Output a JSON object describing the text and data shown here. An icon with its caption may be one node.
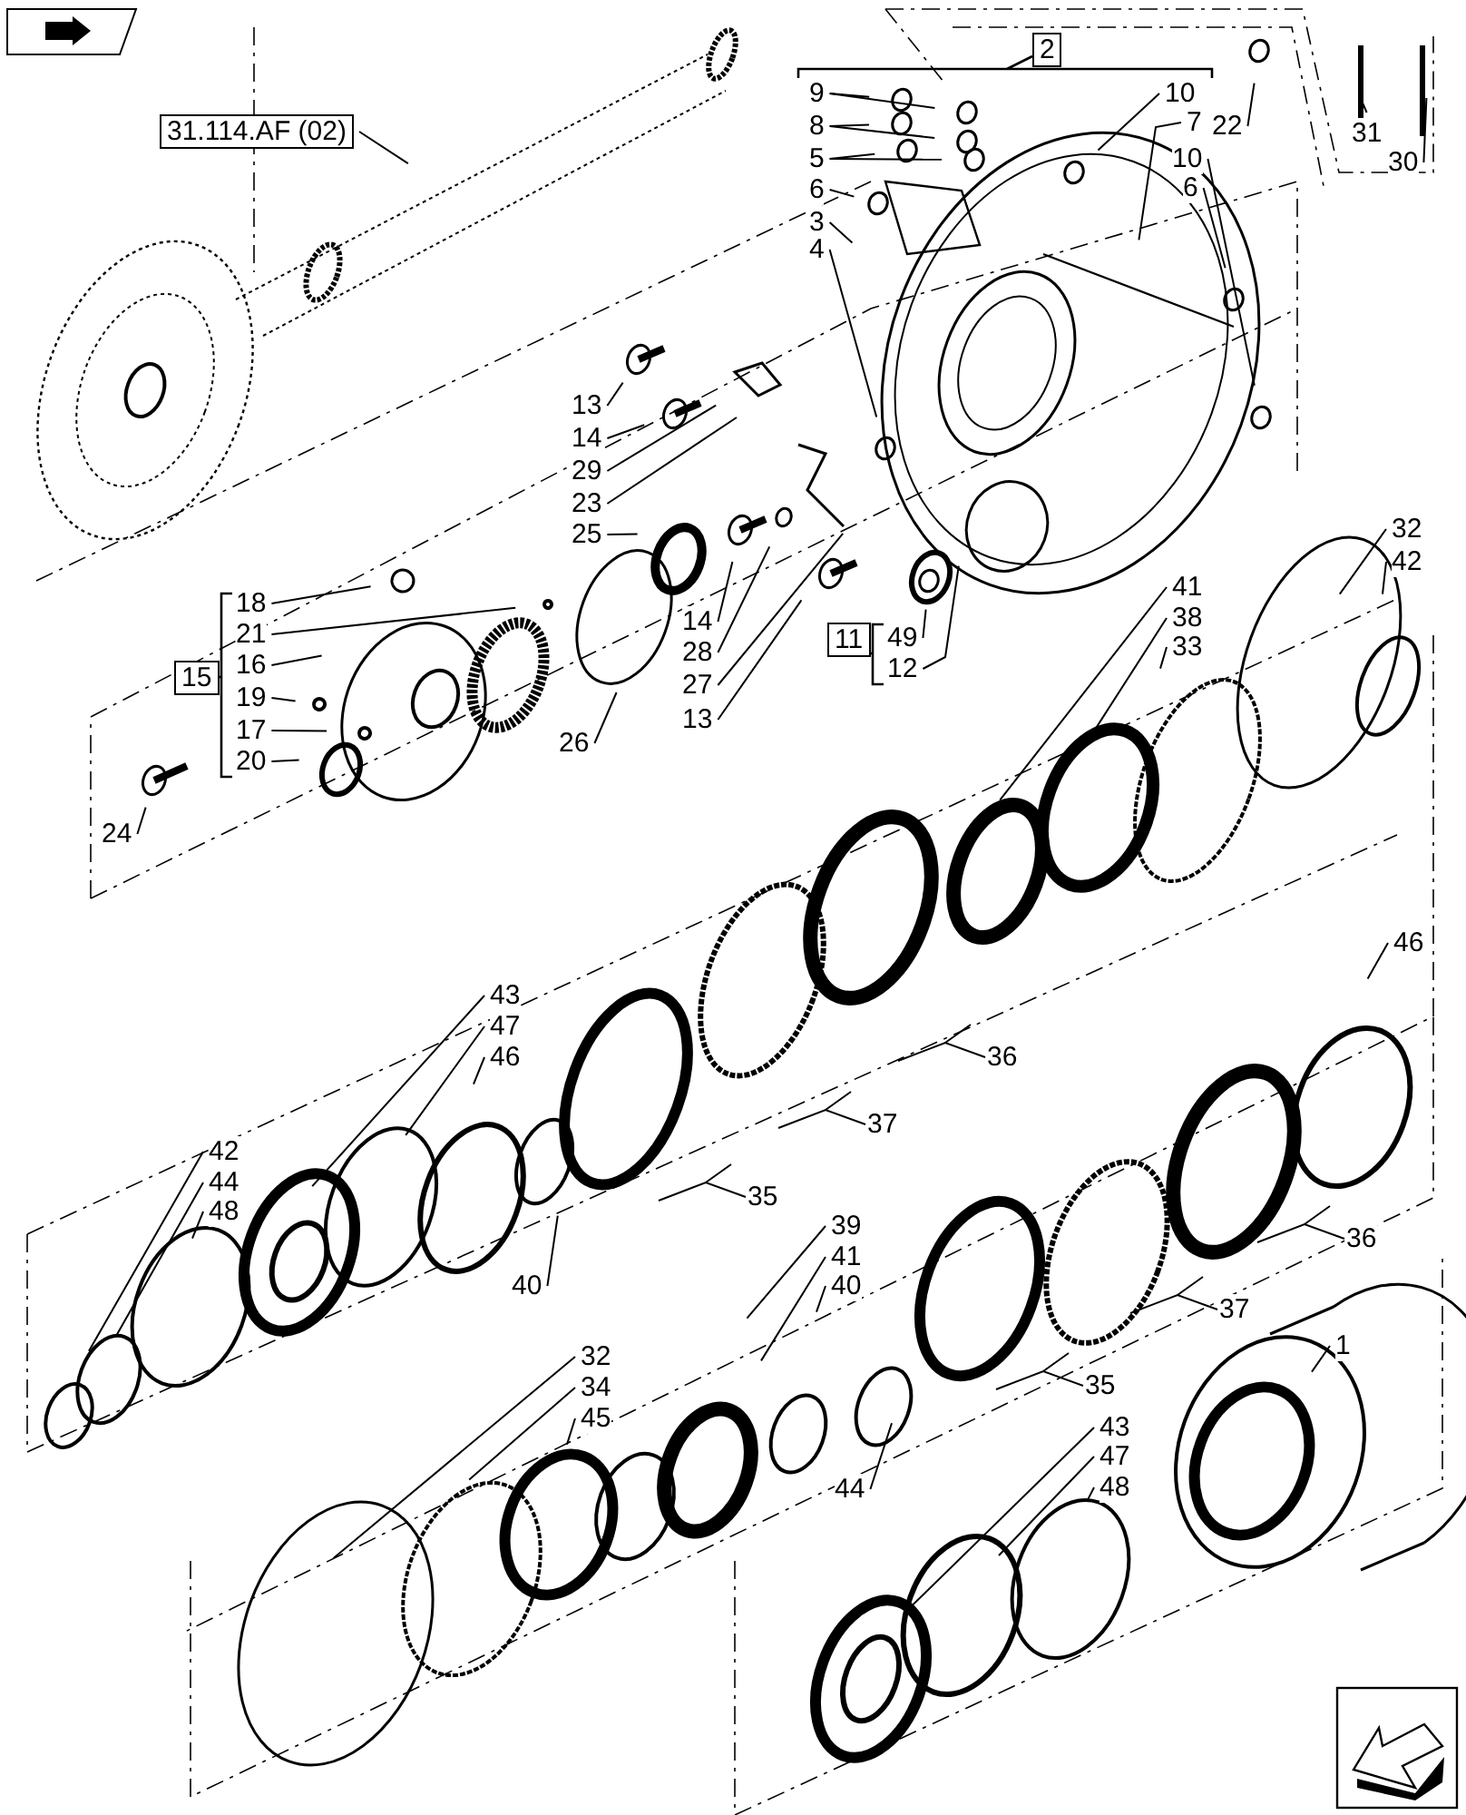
{
  "diagram": {
    "nodes": [
      {
        "text": [
          "31.114.AF (02)"
        ]
      },
      {
        "text": [
          "2"
        ]
      },
      {
        "text": [
          "9"
        ]
      },
      {
        "text": [
          "8"
        ]
      },
      {
        "text": [
          "5"
        ]
      },
      {
        "text": [
          "6"
        ]
      },
      {
        "text": [
          "3"
        ]
      },
      {
        "text": [
          "4"
        ]
      },
      {
        "text": [
          "10"
        ]
      },
      {
        "text": [
          "7"
        ]
      },
      {
        "text": [
          "22"
        ]
      },
      {
        "text": [
          "31"
        ]
      },
      {
        "text": [
          "30"
        ]
      },
      {
        "text": [
          "10"
        ]
      },
      {
        "text": [
          "6"
        ]
      },
      {
        "text": [
          "13"
        ]
      },
      {
        "text": [
          "14"
        ]
      },
      {
        "text": [
          "29"
        ]
      },
      {
        "text": [
          "23"
        ]
      },
      {
        "text": [
          "25"
        ]
      },
      {
        "text": [
          "14"
        ]
      },
      {
        "text": [
          "28"
        ]
      },
      {
        "text": [
          "27"
        ]
      },
      {
        "text": [
          "13"
        ]
      },
      {
        "text": [
          "26"
        ]
      },
      {
        "text": [
          "11"
        ]
      },
      {
        "text": [
          "49"
        ]
      },
      {
        "text": [
          "12"
        ]
      },
      {
        "text": [
          "15"
        ]
      },
      {
        "text": [
          "18"
        ]
      },
      {
        "text": [
          "21"
        ]
      },
      {
        "text": [
          "16"
        ]
      },
      {
        "text": [
          "19"
        ]
      },
      {
        "text": [
          "17"
        ]
      },
      {
        "text": [
          "20"
        ]
      },
      {
        "text": [
          "24"
        ]
      },
      {
        "text": [
          "32"
        ]
      },
      {
        "text": [
          "42"
        ]
      },
      {
        "text": [
          "41"
        ]
      },
      {
        "text": [
          "38"
        ]
      },
      {
        "text": [
          "33"
        ]
      },
      {
        "text": [
          "36"
        ]
      },
      {
        "text": [
          "37"
        ]
      },
      {
        "text": [
          "35"
        ]
      },
      {
        "text": [
          "46"
        ]
      },
      {
        "text": [
          "36"
        ]
      },
      {
        "text": [
          "37"
        ]
      },
      {
        "text": [
          "35"
        ]
      },
      {
        "text": [
          "43"
        ]
      },
      {
        "text": [
          "47"
        ]
      },
      {
        "text": [
          "46"
        ]
      },
      {
        "text": [
          "42"
        ]
      },
      {
        "text": [
          "44"
        ]
      },
      {
        "text": [
          "48"
        ]
      },
      {
        "text": [
          "40"
        ]
      },
      {
        "text": [
          "39"
        ]
      },
      {
        "text": [
          "41"
        ]
      },
      {
        "text": [
          "40"
        ]
      },
      {
        "text": [
          "44"
        ]
      },
      {
        "text": [
          "32"
        ]
      },
      {
        "text": [
          "34"
        ]
      },
      {
        "text": [
          "45"
        ]
      },
      {
        "text": [
          "1"
        ]
      },
      {
        "text": [
          "43"
        ]
      },
      {
        "text": [
          "47"
        ]
      },
      {
        "text": [
          "48"
        ]
      }
    ],
    "edges": [
      {
        "from": 0,
        "to": null,
        "arrow": "none"
      },
      {
        "from": 2,
        "to": null,
        "arrow": "none"
      },
      {
        "from": 2,
        "to": null,
        "arrow": "none"
      },
      {
        "from": 3,
        "to": null,
        "arrow": "none"
      },
      {
        "from": 3,
        "to": null,
        "arrow": "none"
      },
      {
        "from": 4,
        "to": null,
        "arrow": "none"
      },
      {
        "from": 4,
        "to": null,
        "arrow": "none"
      },
      {
        "from": 5,
        "to": null,
        "arrow": "none"
      },
      {
        "from": 6,
        "to": null,
        "arrow": "none"
      },
      {
        "from": 7,
        "to": null,
        "arrow": "none"
      },
      {
        "from": 8,
        "to": null,
        "arrow": "none"
      },
      {
        "from": 9,
        "to": null,
        "arrow": "none"
      },
      {
        "from": 10,
        "to": null,
        "arrow": "none"
      },
      {
        "from": 11,
        "to": null,
        "arrow": "none"
      },
      {
        "from": 12,
        "to": null,
        "arrow": "none"
      },
      {
        "from": 13,
        "to": null,
        "arrow": "none"
      },
      {
        "from": 14,
        "to": null,
        "arrow": "none"
      },
      {
        "from": 15,
        "to": null,
        "arrow": "none"
      },
      {
        "from": 16,
        "to": null,
        "arrow": "none"
      },
      {
        "from": 17,
        "to": null,
        "arrow": "none"
      },
      {
        "from": 18,
        "to": null,
        "arrow": "none"
      },
      {
        "from": 19,
        "to": null,
        "arrow": "none"
      },
      {
        "from": 20,
        "to": null,
        "arrow": "none"
      },
      {
        "from": 21,
        "to": null,
        "arrow": "none"
      },
      {
        "from": 22,
        "to": null,
        "arrow": "none"
      },
      {
        "from": 23,
        "to": null,
        "arrow": "none"
      },
      {
        "from": 24,
        "to": null,
        "arrow": "none"
      },
      {
        "from": 26,
        "to": null,
        "arrow": "none"
      },
      {
        "from": 27,
        "to": null,
        "arrow": "none"
      },
      {
        "from": 29,
        "to": null,
        "arrow": "none"
      },
      {
        "from": 30,
        "to": null,
        "arrow": "none"
      },
      {
        "from": 31,
        "to": null,
        "arrow": "none"
      },
      {
        "from": 32,
        "to": null,
        "arrow": "none"
      },
      {
        "from": 33,
        "to": null,
        "arrow": "none"
      },
      {
        "from": 34,
        "to": null,
        "arrow": "none"
      },
      {
        "from": 35,
        "to": null,
        "arrow": "none"
      },
      {
        "from": 36,
        "to": null,
        "arrow": "none"
      },
      {
        "from": 37,
        "to": null,
        "arrow": "none"
      },
      {
        "from": 38,
        "to": null,
        "arrow": "none"
      },
      {
        "from": 39,
        "to": null,
        "arrow": "none"
      },
      {
        "from": 40,
        "to": null,
        "arrow": "none"
      },
      {
        "from": 41,
        "to": null,
        "arrow": "none"
      },
      {
        "from": 42,
        "to": null,
        "arrow": "none"
      },
      {
        "from": 43,
        "to": null,
        "arrow": "none"
      },
      {
        "from": 44,
        "to": null,
        "arrow": "none"
      },
      {
        "from": 45,
        "to": null,
        "arrow": "none"
      },
      {
        "from": 46,
        "to": null,
        "arrow": "none"
      },
      {
        "from": 47,
        "to": null,
        "arrow": "none"
      },
      {
        "from": 48,
        "to": null,
        "arrow": "none"
      },
      {
        "from": 49,
        "to": null,
        "arrow": "none"
      },
      {
        "from": 50,
        "to": null,
        "arrow": "none"
      },
      {
        "from": 51,
        "to": null,
        "arrow": "none"
      },
      {
        "from": 52,
        "to": null,
        "arrow": "none"
      },
      {
        "from": 53,
        "to": null,
        "arrow": "none"
      },
      {
        "from": 54,
        "to": null,
        "arrow": "none"
      },
      {
        "from": 55,
        "to": null,
        "arrow": "none"
      },
      {
        "from": 56,
        "to": null,
        "arrow": "none"
      },
      {
        "from": 57,
        "to": null,
        "arrow": "none"
      },
      {
        "from": 58,
        "to": null,
        "arrow": "none"
      },
      {
        "from": 59,
        "to": null,
        "arrow": "none"
      },
      {
        "from": 60,
        "to": null,
        "arrow": "none"
      },
      {
        "from": 61,
        "to": null,
        "arrow": "none"
      },
      {
        "from": 62,
        "to": null,
        "arrow": "none"
      },
      {
        "from": 63,
        "to": null,
        "arrow": "none"
      },
      {
        "from": 64,
        "to": null,
        "arrow": "none"
      },
      {
        "from": 65,
        "to": null,
        "arrow": "none"
      }
    ]
  }
}
